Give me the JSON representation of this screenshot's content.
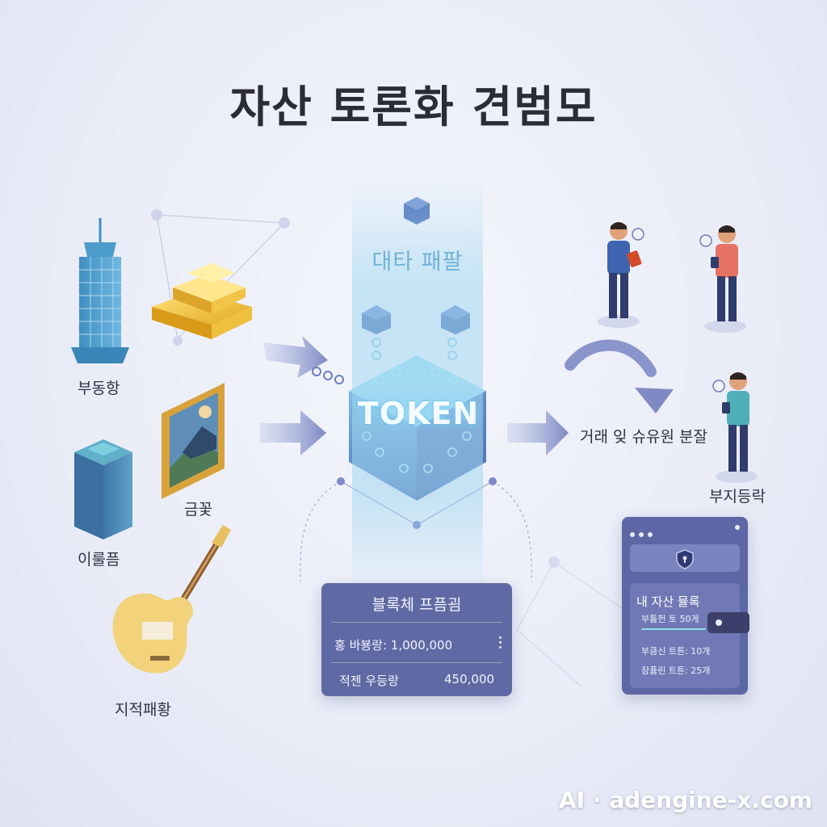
{
  "title": "자산 토론화 견범모",
  "assets": [
    {
      "label": "부동항"
    },
    {
      "label": "금꽃"
    },
    {
      "label": "이룰픔"
    },
    {
      "label": "지적패황"
    }
  ],
  "platform": {
    "label": "대타 패팔",
    "token_label": "TOKEN"
  },
  "flow": {
    "trade_label": "거래 잊 슈유원 분잘",
    "investor_label": "부지등락"
  },
  "blockchain_card": {
    "title": "블록체 프픔굄",
    "rows": [
      {
        "label": "홍 바뵹랑: 1,000,000",
        "value": ""
      },
      {
        "label": "적젠 우등랑",
        "value": "450,000"
      }
    ]
  },
  "wallet": {
    "title": "내 자산 뮬록",
    "rows": [
      "부튬헌 토 50게",
      "부큼신 트튼: 10개",
      "잠퓸린 트튼: 25개"
    ]
  },
  "watermark": "AI · adengine-x.com",
  "colors": {
    "accent_blue": "#5f6aa4",
    "token_glow": "#8fd3f0",
    "background": "#eceff8"
  },
  "icons": [
    "building-icon",
    "gold-bars-icon",
    "painting-icon",
    "box-icon",
    "guitar-icon",
    "token-cube-icon",
    "person-icon",
    "wallet-icon",
    "shield-icon",
    "arrow-icon"
  ]
}
